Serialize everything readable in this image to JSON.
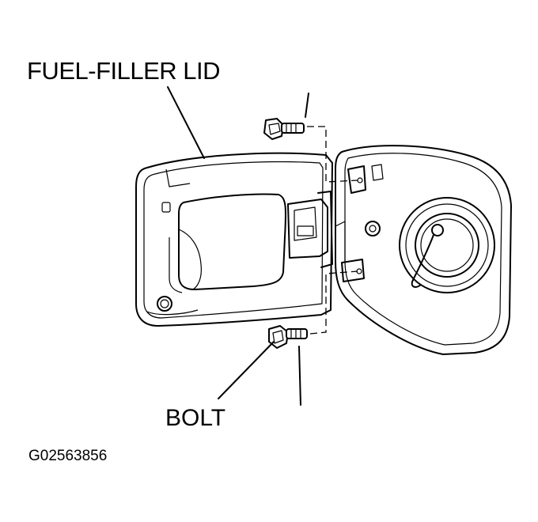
{
  "labels": {
    "fuel_filler_lid": "FUEL-FILLER LID",
    "bolt": "BOLT",
    "figure_id": "G02563856"
  },
  "colors": {
    "line": "#000000",
    "background": "#ffffff"
  }
}
